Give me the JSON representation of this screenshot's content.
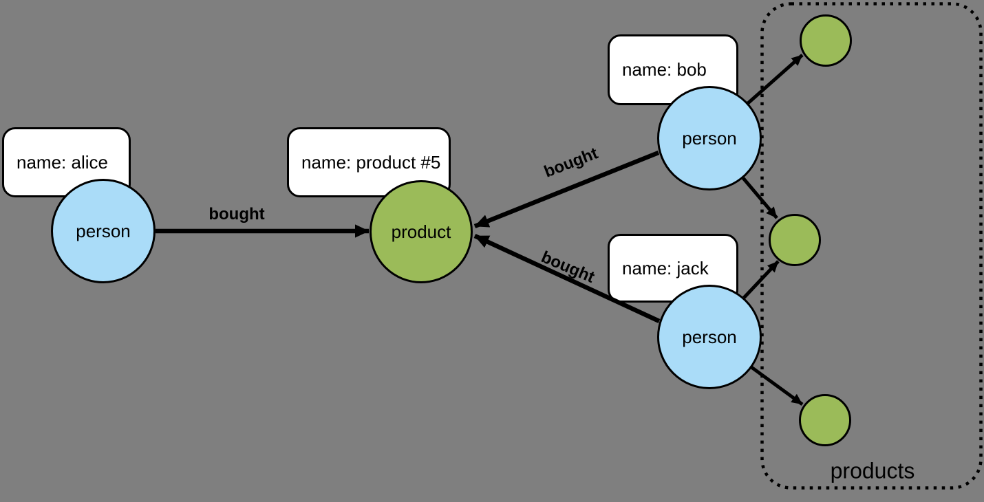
{
  "colors": {
    "bg": "#7f7f7f",
    "person-fill": "#aadcf8",
    "product-fill": "#9bbb59",
    "box-fill": "#ffffff",
    "line": "#000000"
  },
  "nodes": {
    "alice": {
      "label": "person",
      "property": "name: alice"
    },
    "bob": {
      "label": "person",
      "property": "name: bob"
    },
    "jack": {
      "label": "person",
      "property": "name: jack"
    },
    "product5": {
      "label": "product",
      "property": "name: product #5"
    }
  },
  "edges": {
    "alice_product": {
      "label": "bought"
    },
    "bob_product": {
      "label": "bought"
    },
    "jack_product": {
      "label": "bought"
    }
  },
  "group": {
    "label": "products"
  }
}
